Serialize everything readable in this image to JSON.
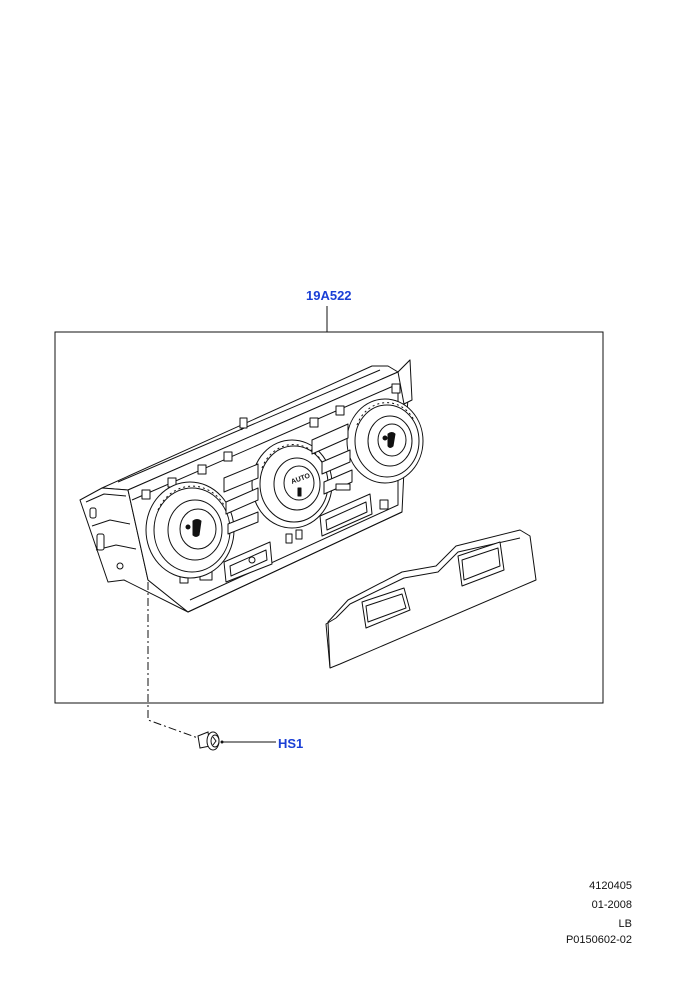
{
  "callouts": {
    "main_part": "19A522",
    "screw": "HS1"
  },
  "colors": {
    "callout": "#1a3fd6",
    "line": "#111111"
  },
  "footer": {
    "lines": [
      "4120405",
      "01-2008",
      "LB",
      "P0150602-02"
    ]
  }
}
